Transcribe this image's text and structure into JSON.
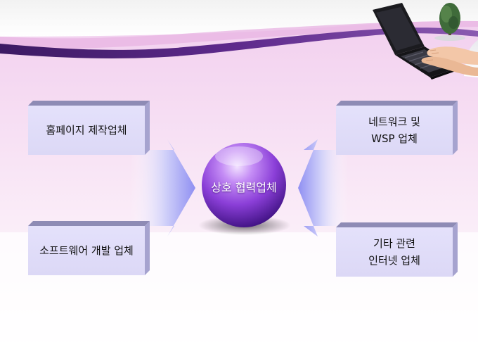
{
  "diagram": {
    "center": "상호 협력업체",
    "partners": {
      "top_left": "홈페이지 제작업체",
      "bottom_left": "소프트웨어 개발 업체",
      "top_right": "네트워크 및\nWSP 업체",
      "bottom_right": "기타 관련\n인터넷 업체"
    }
  },
  "colors": {
    "box_front": "#e1defa",
    "box_top": "#8e8bb5",
    "box_side": "#a6a3cf",
    "sphere_light": "#e3c8ff",
    "sphere_mid": "#9a4be0",
    "sphere_dark": "#3d1080",
    "arrow": "#9d9df5",
    "header_wave": "#4e2277",
    "header_pink": "#f3d8f0"
  },
  "icons": [
    "laptop-icon",
    "tree-icon"
  ]
}
